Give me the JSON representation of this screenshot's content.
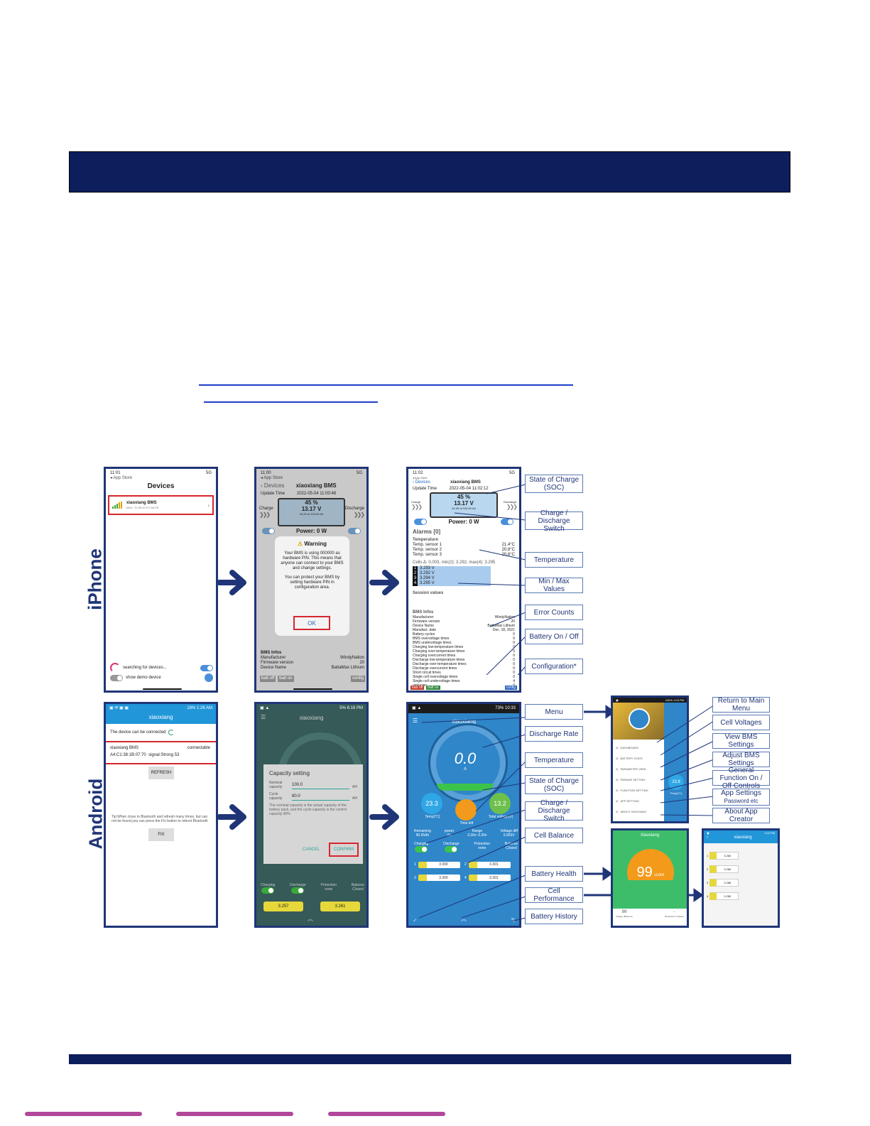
{
  "side_labels": {
    "iphone": "iPhone",
    "android": "Android"
  },
  "callouts": {
    "soc": "State of Charge (SOC)",
    "switch": "Charge / Discharge Switch",
    "temperature": "Temperature",
    "minmax": "Min / Max Values",
    "errors": "Error Counts",
    "battery_onoff": "Battery On / Off",
    "config": "Configuration*",
    "menu": "Menu",
    "discharge_rate": "Discharge Rate",
    "temperature2": "Temperature",
    "soc2": "State of Charge (SOC)",
    "switch2": "Charge / Discharge Switch",
    "cell_balance": "Cell Balance",
    "battery_health": "Battery Health",
    "cell_performance": "Cell Performance",
    "battery_history": "Battery History",
    "return_menu": "Return to Main Menu",
    "cell_voltages": "Cell Voltages",
    "view_bms": "View BMS Settings",
    "adjust_bms": "Adjust BMS Settings",
    "general_fn": "General Function On / Off Controls",
    "app_settings": "App Settings",
    "app_settings_sub": "Password etc",
    "about": "About App Creator"
  },
  "iphone1": {
    "time": "11:01",
    "status": "5G",
    "back": "◂ App Store",
    "title": "Devices",
    "device_name": "xiaoxiang BMS",
    "device_mac": "MAC: 70:3E:97:D7:A4:FE",
    "searching": "searching for devices...",
    "demo": "show demo device"
  },
  "iphone2": {
    "time": "11:00",
    "status": "5G",
    "back": "◂ App Store",
    "nav_back": "Devices",
    "title": "xiaoxiang BMS",
    "update": "Update Time",
    "update_val": "2022-05-04 11:00:48",
    "charge": "Charge",
    "discharge": "Discharge",
    "soc": "45 %",
    "voltage": "13.17 V",
    "ah": "44.99 of 100.00 Ah",
    "power": "Power: 0 W",
    "warning_title": "Warning",
    "warning_body1": "Your BMS is using 000000 as hardware PIN. This means that anyone can connect to your BMS and change settings.",
    "warning_body2": "You can protect your BMS by setting hardware PIN in configuration area.",
    "ok": "OK",
    "bms_info": "BMS Infos",
    "manufacturer": "Manufacturer",
    "manufacturer_val": "WindyNation",
    "firmware": "Firmware version",
    "firmware_val": "20",
    "device_name": "Device Name",
    "device_name_val": "BattaMax Lithium",
    "batt_off": "batt off",
    "batt_on": "batt on",
    "config": "config"
  },
  "iphone3": {
    "time": "11:02",
    "status": "5G",
    "back": "◂ App Store",
    "nav_back": "Devices",
    "title": "xiaoxiang BMS",
    "update": "Update Time",
    "update_val": "2022-05-04 11:02:12",
    "charge": "Charge",
    "discharge": "Discharge",
    "soc": "45 %",
    "voltage": "13.17 V",
    "ah": "44.99 of 100.00 Ah",
    "power": "Power: 0 W",
    "alarms": "Alarms [0]",
    "temperature": "Temperature",
    "temps": [
      {
        "label": "Temp. sensor 1",
        "value": "21.4°C"
      },
      {
        "label": "Temp. sensor 2",
        "value": "20.8°C"
      },
      {
        "label": "Temp. sensor 3",
        "value": "20.6°C"
      }
    ],
    "cells_header": "Cells Δ: 0.003, min(2): 3.292, max(4): 3.295",
    "cells": [
      "3.293 V",
      "3.292 V",
      "3.294 V",
      "3.295 V"
    ],
    "session": "Session values",
    "bms_info": "BMS Infos",
    "info_rows": [
      {
        "label": "Manufacturer",
        "value": "WindyNation"
      },
      {
        "label": "Firmware version",
        "value": "20"
      },
      {
        "label": "Device Name",
        "value": "BattaMax Lithium"
      },
      {
        "label": "Manufact. date",
        "value": "Dec. 18, 2021"
      },
      {
        "label": "Battery cycles",
        "value": "0"
      },
      {
        "label": "BMS overvoltage times",
        "value": "0"
      },
      {
        "label": "BMS undervoltage times",
        "value": "0"
      },
      {
        "label": "Charging low-temperature times",
        "value": "0"
      },
      {
        "label": "Charging over-temperature times",
        "value": "0"
      },
      {
        "label": "Charging overcurrent times",
        "value": "0"
      },
      {
        "label": "Discharge low-temperature times",
        "value": "0"
      },
      {
        "label": "Discharge over-temperature times",
        "value": "0"
      },
      {
        "label": "Discharge overcurrent times",
        "value": "0"
      },
      {
        "label": "Short circuit times",
        "value": "0"
      },
      {
        "label": "Single cell overvoltage times",
        "value": "0"
      },
      {
        "label": "Single cell undervoltage times",
        "value": "4"
      },
      {
        "label": "unknown",
        "value": "0"
      }
    ],
    "batt_off": "batt off",
    "batt_on": "batt on",
    "config": "config"
  },
  "android1": {
    "time": "1:26 AM",
    "battery": "18%",
    "title": "xiaoxiang",
    "can_connect": "The device can be connected",
    "device_name": "xiaoxiang BMS",
    "connectable": "connectable",
    "device_mac": "A4:C1:38:1B:07:70",
    "signal": "signal:Strong 53",
    "refresh": "REFRESH",
    "hint": "Tip:When close to Bluetooth and refresh many times, but can not be found,you can press the Fix button to reboot Bluetooth",
    "fix": "FIX"
  },
  "android2": {
    "time": "6:16 PM",
    "battery": "5%",
    "title": "xiaoxiang",
    "dialog_title": "Capacity setting",
    "nominal": "Nominal capacity",
    "nominal_val": "100.0",
    "unit": "AH",
    "cycle": "Cycle capacity",
    "cycle_val": "80.0",
    "note": "The nominal capacity is the actual capacity of the battery pack, and the cycle capacity is the control capacity 80%",
    "cancel": "CANCEL",
    "confirm": "CONFIRM",
    "charging": "Charging",
    "discharge": "Discharge",
    "protection": "Protection",
    "protection_val": "none",
    "balance": "Balance",
    "balance_val": "Closed",
    "cell1": "3.257",
    "cell2": "3.261"
  },
  "android3": {
    "time": "10:33",
    "battery": "73%",
    "title": "xiaoxiang",
    "current": "0.0",
    "current_unit": "A",
    "temp_val": "23.3",
    "temp_label": "Temp(°C)",
    "time_left": "Time left",
    "voltage_val": "13.2",
    "voltage_label": "Total voltage(V)",
    "remaining": "Remaining",
    "remaining_val": "95.65Ah",
    "power": "power",
    "power_val": "0w",
    "range": "Range",
    "range_val": "3.30v~3.30v",
    "vdiff": "Voltage diff",
    "vdiff_val": "0.003V",
    "charging": "Charging",
    "discharge": "Discharge",
    "protection": "Protection",
    "protection_val": "none",
    "balance": "Balance",
    "balance_val": "Closed",
    "cells": [
      "3.300",
      "3.301",
      "3.300",
      "3.301"
    ]
  },
  "android_menu": {
    "time": "1:03 PM",
    "battery": "100%",
    "items": [
      "DASHBOARD",
      "BATTERY STATE",
      "PARAMETER VIEW",
      "PARAMS SETTING",
      "FUNCTION SETTING",
      "APP SETTING",
      "ABOUT XIAOXIANG"
    ],
    "temp_val": "23.8",
    "temp_label": "Temp(°C)"
  },
  "android_health": {
    "title": "Xiaoxiang",
    "score": "99",
    "score_unit": "score",
    "stat1_val": "99",
    "stat1_label": "Voltage difference",
    "stat2_val": "-",
    "stat2_label": "Resistance variation"
  },
  "android_cells": {
    "time": "1:02 PM",
    "title": "xiaoxiang",
    "cells": [
      "3.283",
      "3.286",
      "3.288",
      "3.285"
    ]
  }
}
